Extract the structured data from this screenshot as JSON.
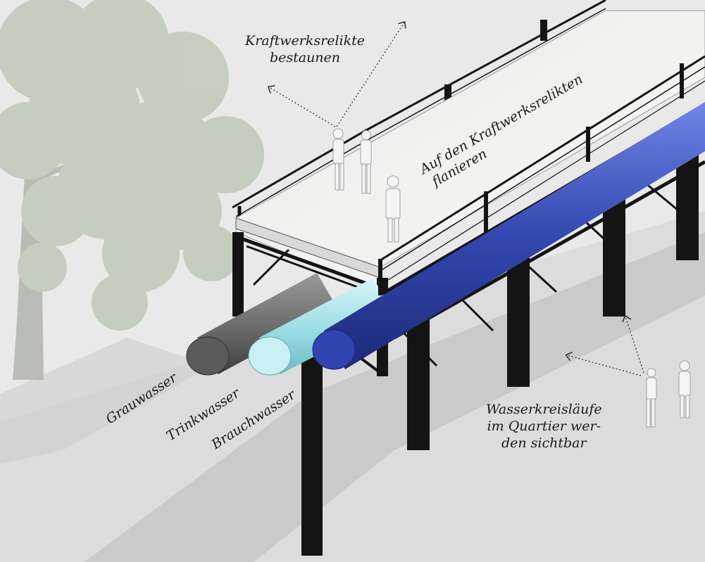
{
  "labels": {
    "relikte_bestaunen": [
      "Kraftwerksrelikte",
      "bestaunen"
    ],
    "flanieren": [
      "Auf den Kraftwerksrelikten",
      "flanieren"
    ],
    "grauwasser": "Grauwasser",
    "trinkwasser": "Trinkwasser",
    "brauchwasser": "Brauchwasser",
    "wasserkreislaeufe": [
      "Wasserkreisläufe",
      "im Quartier wer-",
      "den sichtbar"
    ]
  },
  "colors": {
    "background": "#e9e9e9",
    "ground_shadow": "#cfcfcf",
    "deck": "#f2f2f0",
    "steel": "#141414",
    "pipe_grauwasser": "#6f6f6f",
    "pipe_trinkwasser": "#9fdfe6",
    "pipe_brauchwasser": "#3348b0",
    "tree_foliage": "#b9c4b0",
    "tree_trunk": "#a9ada5",
    "people": "#f4f4f4"
  }
}
